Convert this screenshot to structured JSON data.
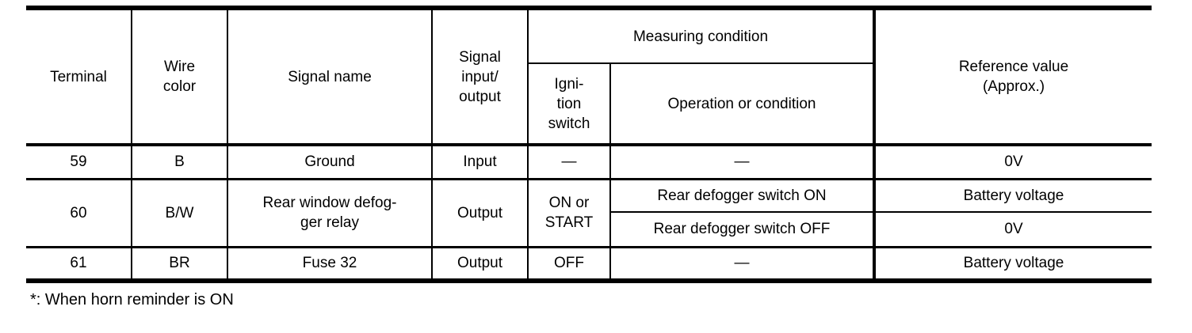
{
  "table": {
    "headers": {
      "terminal": "Terminal",
      "wire_color": "Wire\ncolor",
      "signal_name": "Signal name",
      "signal_io": "Signal\ninput/\noutput",
      "measuring_condition": "Measuring condition",
      "ignition_switch": "Igni-\ntion\nswitch",
      "operation_or_condition": "Operation or condition",
      "reference_value": "Reference value\n(Approx.)"
    },
    "rows": [
      {
        "terminal": "59",
        "wire_color": "B",
        "signal_name": "Ground",
        "signal_io": "Input",
        "ignition_switch": "—",
        "conditions": [
          {
            "operation": "—",
            "reference": "0V"
          }
        ]
      },
      {
        "terminal": "60",
        "wire_color": "B/W",
        "signal_name": "Rear window defog-\nger relay",
        "signal_io": "Output",
        "ignition_switch": "ON or\nSTART",
        "conditions": [
          {
            "operation": "Rear defogger switch ON",
            "reference": "Battery voltage"
          },
          {
            "operation": "Rear defogger switch OFF",
            "reference": "0V"
          }
        ]
      },
      {
        "terminal": "61",
        "wire_color": "BR",
        "signal_name": "Fuse 32",
        "signal_io": "Output",
        "ignition_switch": "OFF",
        "conditions": [
          {
            "operation": "—",
            "reference": "Battery voltage"
          }
        ]
      }
    ]
  },
  "footnote": "*: When horn reminder is ON",
  "colors": {
    "ink": "#000000",
    "paper": "#ffffff"
  }
}
